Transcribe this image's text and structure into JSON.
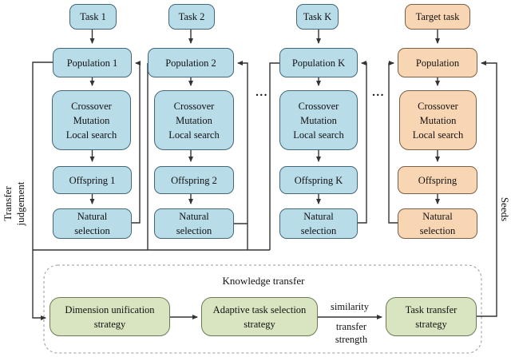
{
  "columns": [
    {
      "task_label": "Task 1",
      "population_label": "Population 1",
      "operator_lines": [
        "Crossover",
        "Mutation",
        "Local search"
      ],
      "offspring_label": "Offspring 1",
      "selection_lines": [
        "Natural",
        "selection"
      ]
    },
    {
      "task_label": "Task 2",
      "population_label": "Population 2",
      "operator_lines": [
        "Crossover",
        "Mutation",
        "Local search"
      ],
      "offspring_label": "Offspring 2",
      "selection_lines": [
        "Natural",
        "selection"
      ]
    },
    {
      "task_label": "Task K",
      "population_label": "Population K",
      "operator_lines": [
        "Crossover",
        "Mutation",
        "Local search"
      ],
      "offspring_label": "Offspring K",
      "selection_lines": [
        "Natural",
        "selection"
      ]
    },
    {
      "task_label": "Target task",
      "population_label": "Population",
      "operator_lines": [
        "Crossover",
        "Mutation",
        "Local search"
      ],
      "offspring_label": "Offspring",
      "selection_lines": [
        "Natural",
        "selection"
      ]
    }
  ],
  "ellipsis": "...",
  "side_labels": {
    "left_line1": "Transfer",
    "left_line2": "judgement",
    "right": "Seeds"
  },
  "knowledge_transfer": {
    "title": "Knowledge transfer",
    "dimension_box": {
      "line1": "Dimension unification",
      "line2": "strategy"
    },
    "adaptive_box": {
      "line1": "Adaptive task selection",
      "line2": "strategy"
    },
    "transfer_box": {
      "line1": "Task transfer",
      "line2": "strategy"
    },
    "arrow_label_above": "similarity",
    "arrow_label_below_line1": "transfer",
    "arrow_label_below_line2": "strength"
  },
  "colors": {
    "source_task_fill": "#b9dce9",
    "source_task_border": "#40687a",
    "target_task_fill": "#f9d6b3",
    "target_task_border": "#7a5f45",
    "strategy_fill": "#d9e5c0",
    "strategy_border": "#6b7a55",
    "connector_line": "#333333",
    "dashed_container_border": "#9a9a9a"
  }
}
